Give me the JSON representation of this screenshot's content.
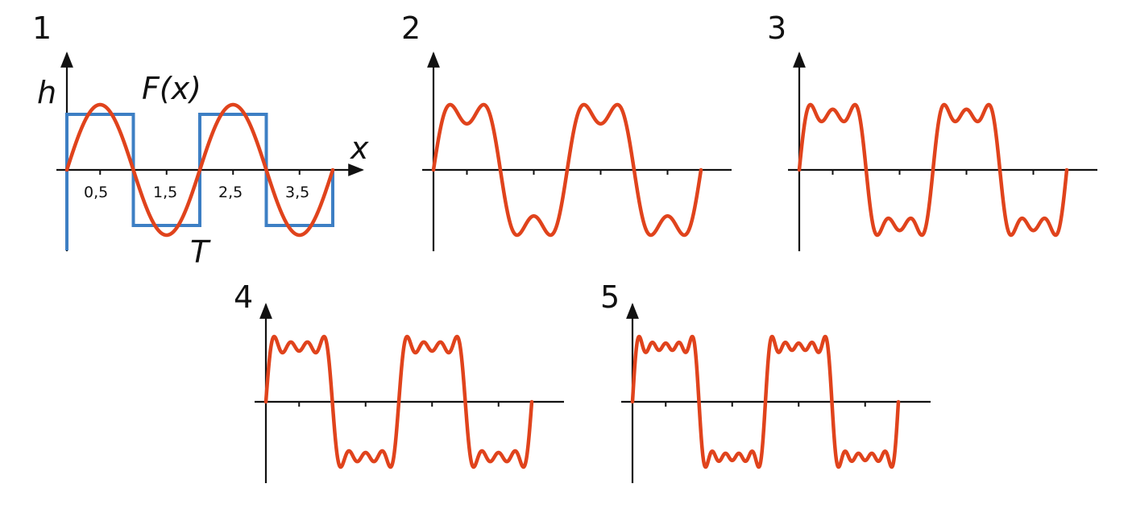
{
  "colors": {
    "approximation": "#e0431c",
    "square_wave": "#3d7fc4",
    "axes": "#111111"
  },
  "panels": [
    {
      "number": "1",
      "harmonics": 1,
      "show_square_wave": true,
      "y_axis_label": "h",
      "x_axis_label": "x",
      "function_label": "F(x)",
      "period_label": "T",
      "tick_labels": [
        "0,5",
        "1,5",
        "2,5",
        "3,5"
      ]
    },
    {
      "number": "2",
      "harmonics": 2,
      "show_square_wave": false
    },
    {
      "number": "3",
      "harmonics": 3,
      "show_square_wave": false
    },
    {
      "number": "4",
      "harmonics": 4,
      "show_square_wave": false
    },
    {
      "number": "5",
      "harmonics": 5,
      "show_square_wave": false
    }
  ]
}
